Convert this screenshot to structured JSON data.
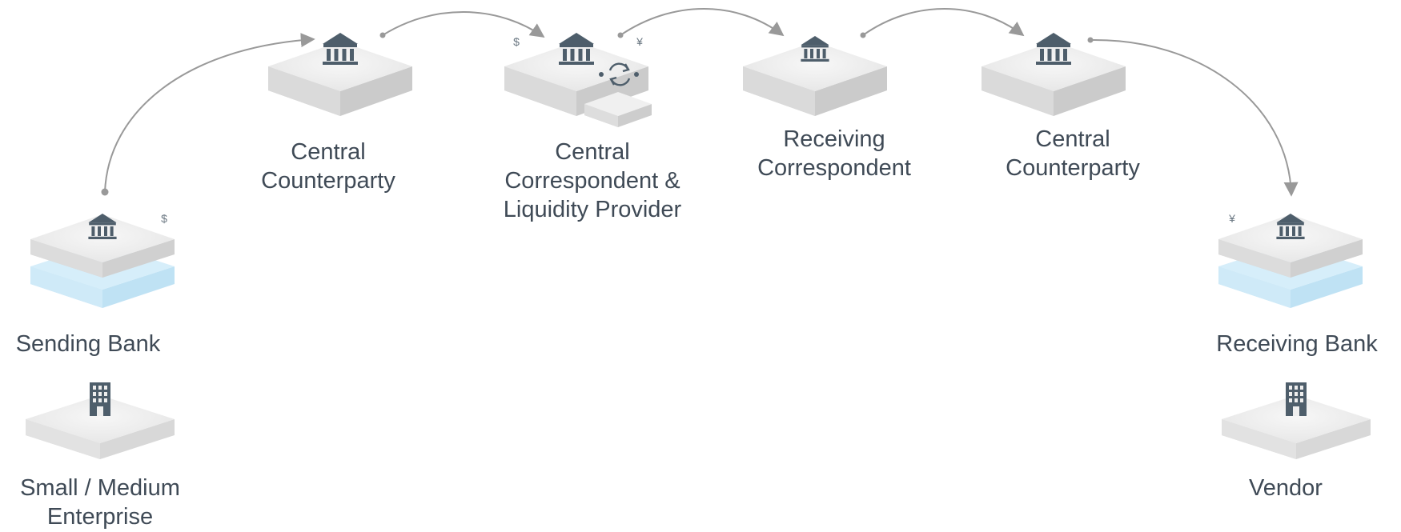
{
  "nodes": [
    {
      "id": "sending-bank",
      "lines": [
        "Sending Bank"
      ],
      "icon": "bank-icon",
      "currency": "$"
    },
    {
      "id": "central-counterparty-1",
      "lines": [
        "Central",
        "Counterparty"
      ],
      "icon": "bank-icon"
    },
    {
      "id": "central-correspondent",
      "lines": [
        "Central",
        "Correspondent &",
        "Liquidity Provider"
      ],
      "icon": "bank-icon",
      "currencies": [
        "$",
        "¥"
      ],
      "badge": "exchange-icon"
    },
    {
      "id": "receiving-correspondent",
      "lines": [
        "Receiving",
        "Correspondent"
      ],
      "icon": "bank-icon"
    },
    {
      "id": "central-counterparty-2",
      "lines": [
        "Central",
        "Counterparty"
      ],
      "icon": "bank-icon"
    },
    {
      "id": "receiving-bank",
      "lines": [
        "Receiving Bank"
      ],
      "icon": "bank-icon",
      "currency": "¥"
    },
    {
      "id": "sme",
      "lines": [
        "Small / Medium",
        "Enterprise"
      ],
      "icon": "office-building-icon"
    },
    {
      "id": "vendor",
      "lines": [
        "Vendor"
      ],
      "icon": "office-building-icon"
    }
  ],
  "flow": [
    "sending-bank",
    "central-counterparty-1",
    "central-correspondent",
    "receiving-correspondent",
    "central-counterparty-2",
    "receiving-bank"
  ],
  "colors": {
    "text": "#3f4a56",
    "icon": "#4e5e6b",
    "platform_top": "#ececec",
    "platform_side_left": "#d9d9d9",
    "platform_side_right": "#c9c9c9",
    "accent_layer": "#c6e6f6",
    "arrow": "#999999"
  }
}
